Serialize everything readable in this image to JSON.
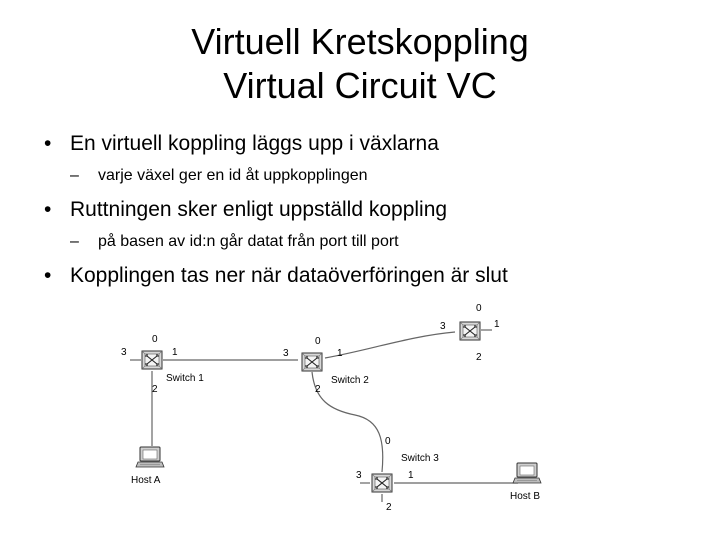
{
  "slide": {
    "title_line1": "Virtuell Kretskoppling",
    "title_line2": "Virtual Circuit VC",
    "bullets": [
      {
        "text": "En virtuell koppling läggs upp i växlarna",
        "sub": "varje växel ger en id åt uppkopplingen"
      },
      {
        "text": "Ruttningen sker enligt uppställd koppling",
        "sub": "på basen av id:n går datat från port till port"
      },
      {
        "text": "Kopplingen tas ner när dataöverföringen är slut"
      }
    ]
  },
  "diagram": {
    "switch1": {
      "label": "Switch 1",
      "ports": [
        "0",
        "1",
        "2",
        "3"
      ]
    },
    "switch2": {
      "label": "Switch 2",
      "ports": [
        "0",
        "1",
        "2",
        "3"
      ]
    },
    "switch3": {
      "label": "Switch 3",
      "ports": [
        "0",
        "1",
        "2",
        "3"
      ]
    },
    "switch4": {
      "ports": [
        "0",
        "1",
        "2",
        "3"
      ]
    },
    "host_a": {
      "label": "Host A"
    },
    "host_b": {
      "label": "Host B"
    }
  },
  "icons": {
    "bullet": "•",
    "dash": "–",
    "switch": "switch-icon",
    "host": "computer-icon"
  }
}
